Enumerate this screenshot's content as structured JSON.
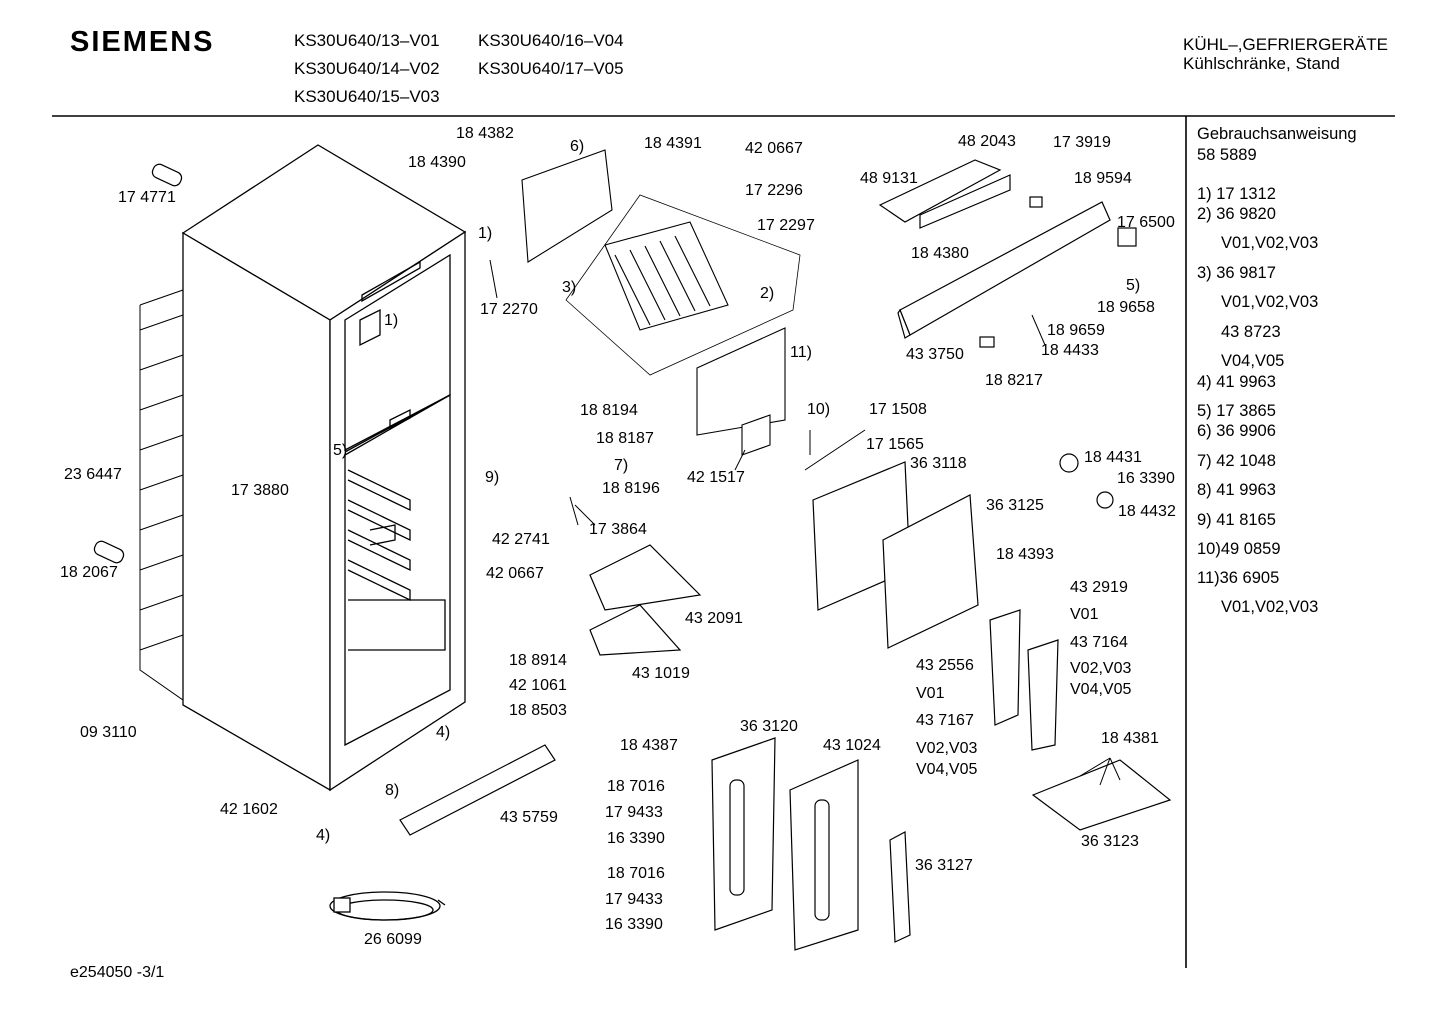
{
  "header": {
    "brand": "SIEMENS",
    "models": [
      "KS30U640/13–V01",
      "KS30U640/14–V02",
      "KS30U640/15–V03",
      "KS30U640/16–V04",
      "KS30U640/17–V05"
    ],
    "category_line1": "KÜHL–,GEFRIERGERÄTE",
    "category_line2": "Kühlschränke, Stand"
  },
  "sidebar": {
    "manual_label": "Gebrauchsanweisung",
    "manual_number": "58 5889",
    "items": [
      "1) 17 1312",
      "2) 36 9820",
      "V01,V02,V03",
      "3) 36 9817",
      "V01,V02,V03",
      "43 8723",
      "V04,V05",
      "4) 41 9963",
      "5) 17 3865",
      "6) 36 9906",
      "7) 42 1048",
      "8) 41 9963",
      "9) 41 8165",
      "10)49 0859",
      "11)36 6905",
      "V01,V02,V03"
    ]
  },
  "labels": [
    "17 4771",
    "23 6447",
    "18 2067",
    "09 3110",
    "42 1602",
    "4)",
    "8)",
    "43 5759",
    "26 6099",
    "1)",
    "5)",
    "17 3880",
    "4)",
    "18 4382",
    "18 4390",
    "6)",
    "1)",
    "17 2270",
    "3)",
    "18 4391",
    "42 0667",
    "17 2296",
    "17 2297",
    "2)",
    "11)",
    "18 8194",
    "18 8187",
    "7)",
    "9)",
    "18 8196",
    "17 3864",
    "42 1517",
    "10)",
    "17 1508",
    "17 1565",
    "42 2741",
    "42 0667",
    "43 2091",
    "43 1019",
    "18 8914",
    "42 1061",
    "18 8503",
    "48 2043",
    "17 3919",
    "48 9131",
    "18 9594",
    "17 6500",
    "18 4380",
    "5)",
    "18 9658",
    "18 9659",
    "18 4433",
    "43 3750",
    "18 8217",
    "36 3118",
    "18 4431",
    "16 3390",
    "18 4432",
    "36 3125",
    "18 4393",
    "43 2919",
    "V01",
    "43 7164",
    "V02,V03",
    "V04,V05",
    "43 2556",
    "V01",
    "43 7167",
    "V02,V03",
    "V04,V05",
    "18 4381",
    "36 3123",
    "18 4387",
    "36 3120",
    "43 1024",
    "18 7016",
    "17 9433",
    "16 3390",
    "18 7016",
    "17 9433",
    "16 3390",
    "36 3127"
  ],
  "footer": "e254050 -3/1"
}
